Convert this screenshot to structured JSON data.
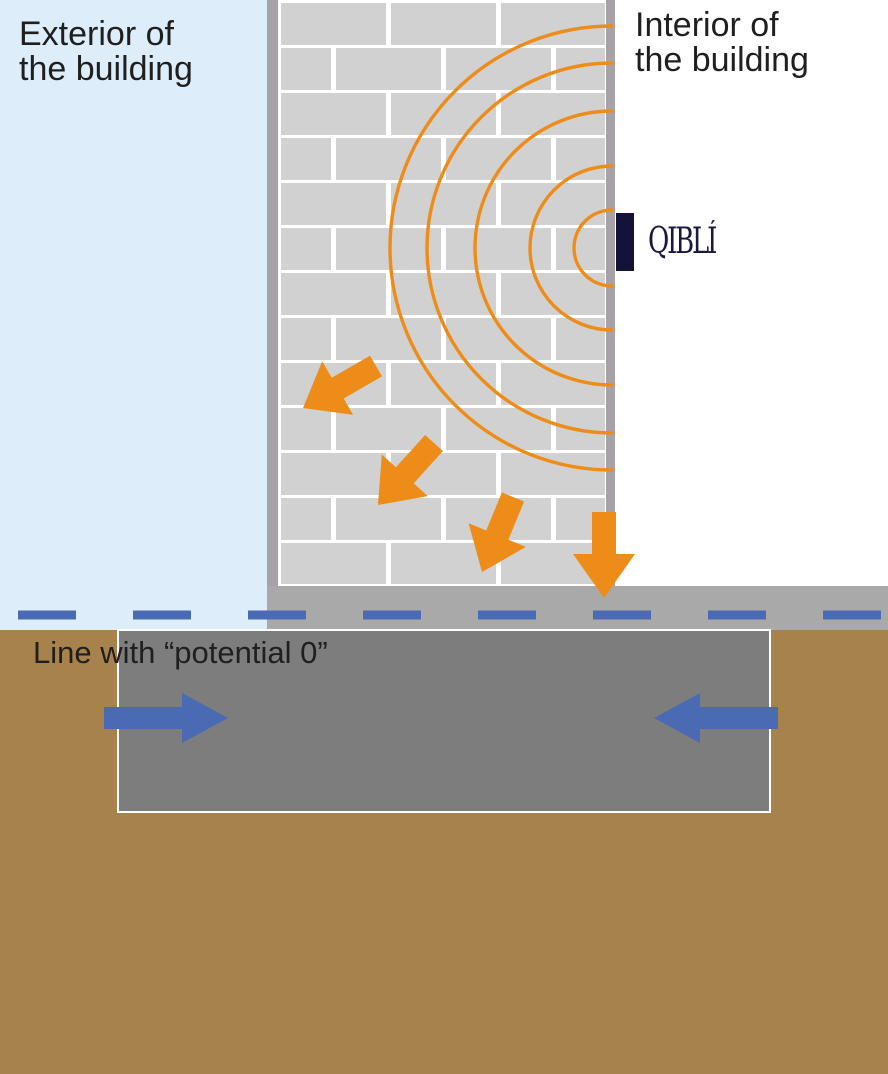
{
  "labels": {
    "exterior": "Exterior of\nthe building",
    "interior": "Interior of\nthe building",
    "potential_line": "Line with “potential 0”"
  },
  "brand": {
    "text": "QIBLÍ"
  },
  "colors": {
    "exterior_fill": "#deedfa",
    "interior_fill": "#ffffff",
    "brick_fill": "#d1d1d1",
    "mortar": "#ffffff",
    "wall_face": "#a7a2a7",
    "plinth": "#a9a9a9",
    "soil": "#a8824c",
    "foundation": "#7d7d7d",
    "orange": "#ee8c1a",
    "blue": "#4a6bb4",
    "device": "#141238"
  },
  "icons": {
    "wave_arcs": "signal-waves",
    "moisture_arrows": "down-arrow",
    "pressure_arrows": "horizontal-arrow"
  }
}
